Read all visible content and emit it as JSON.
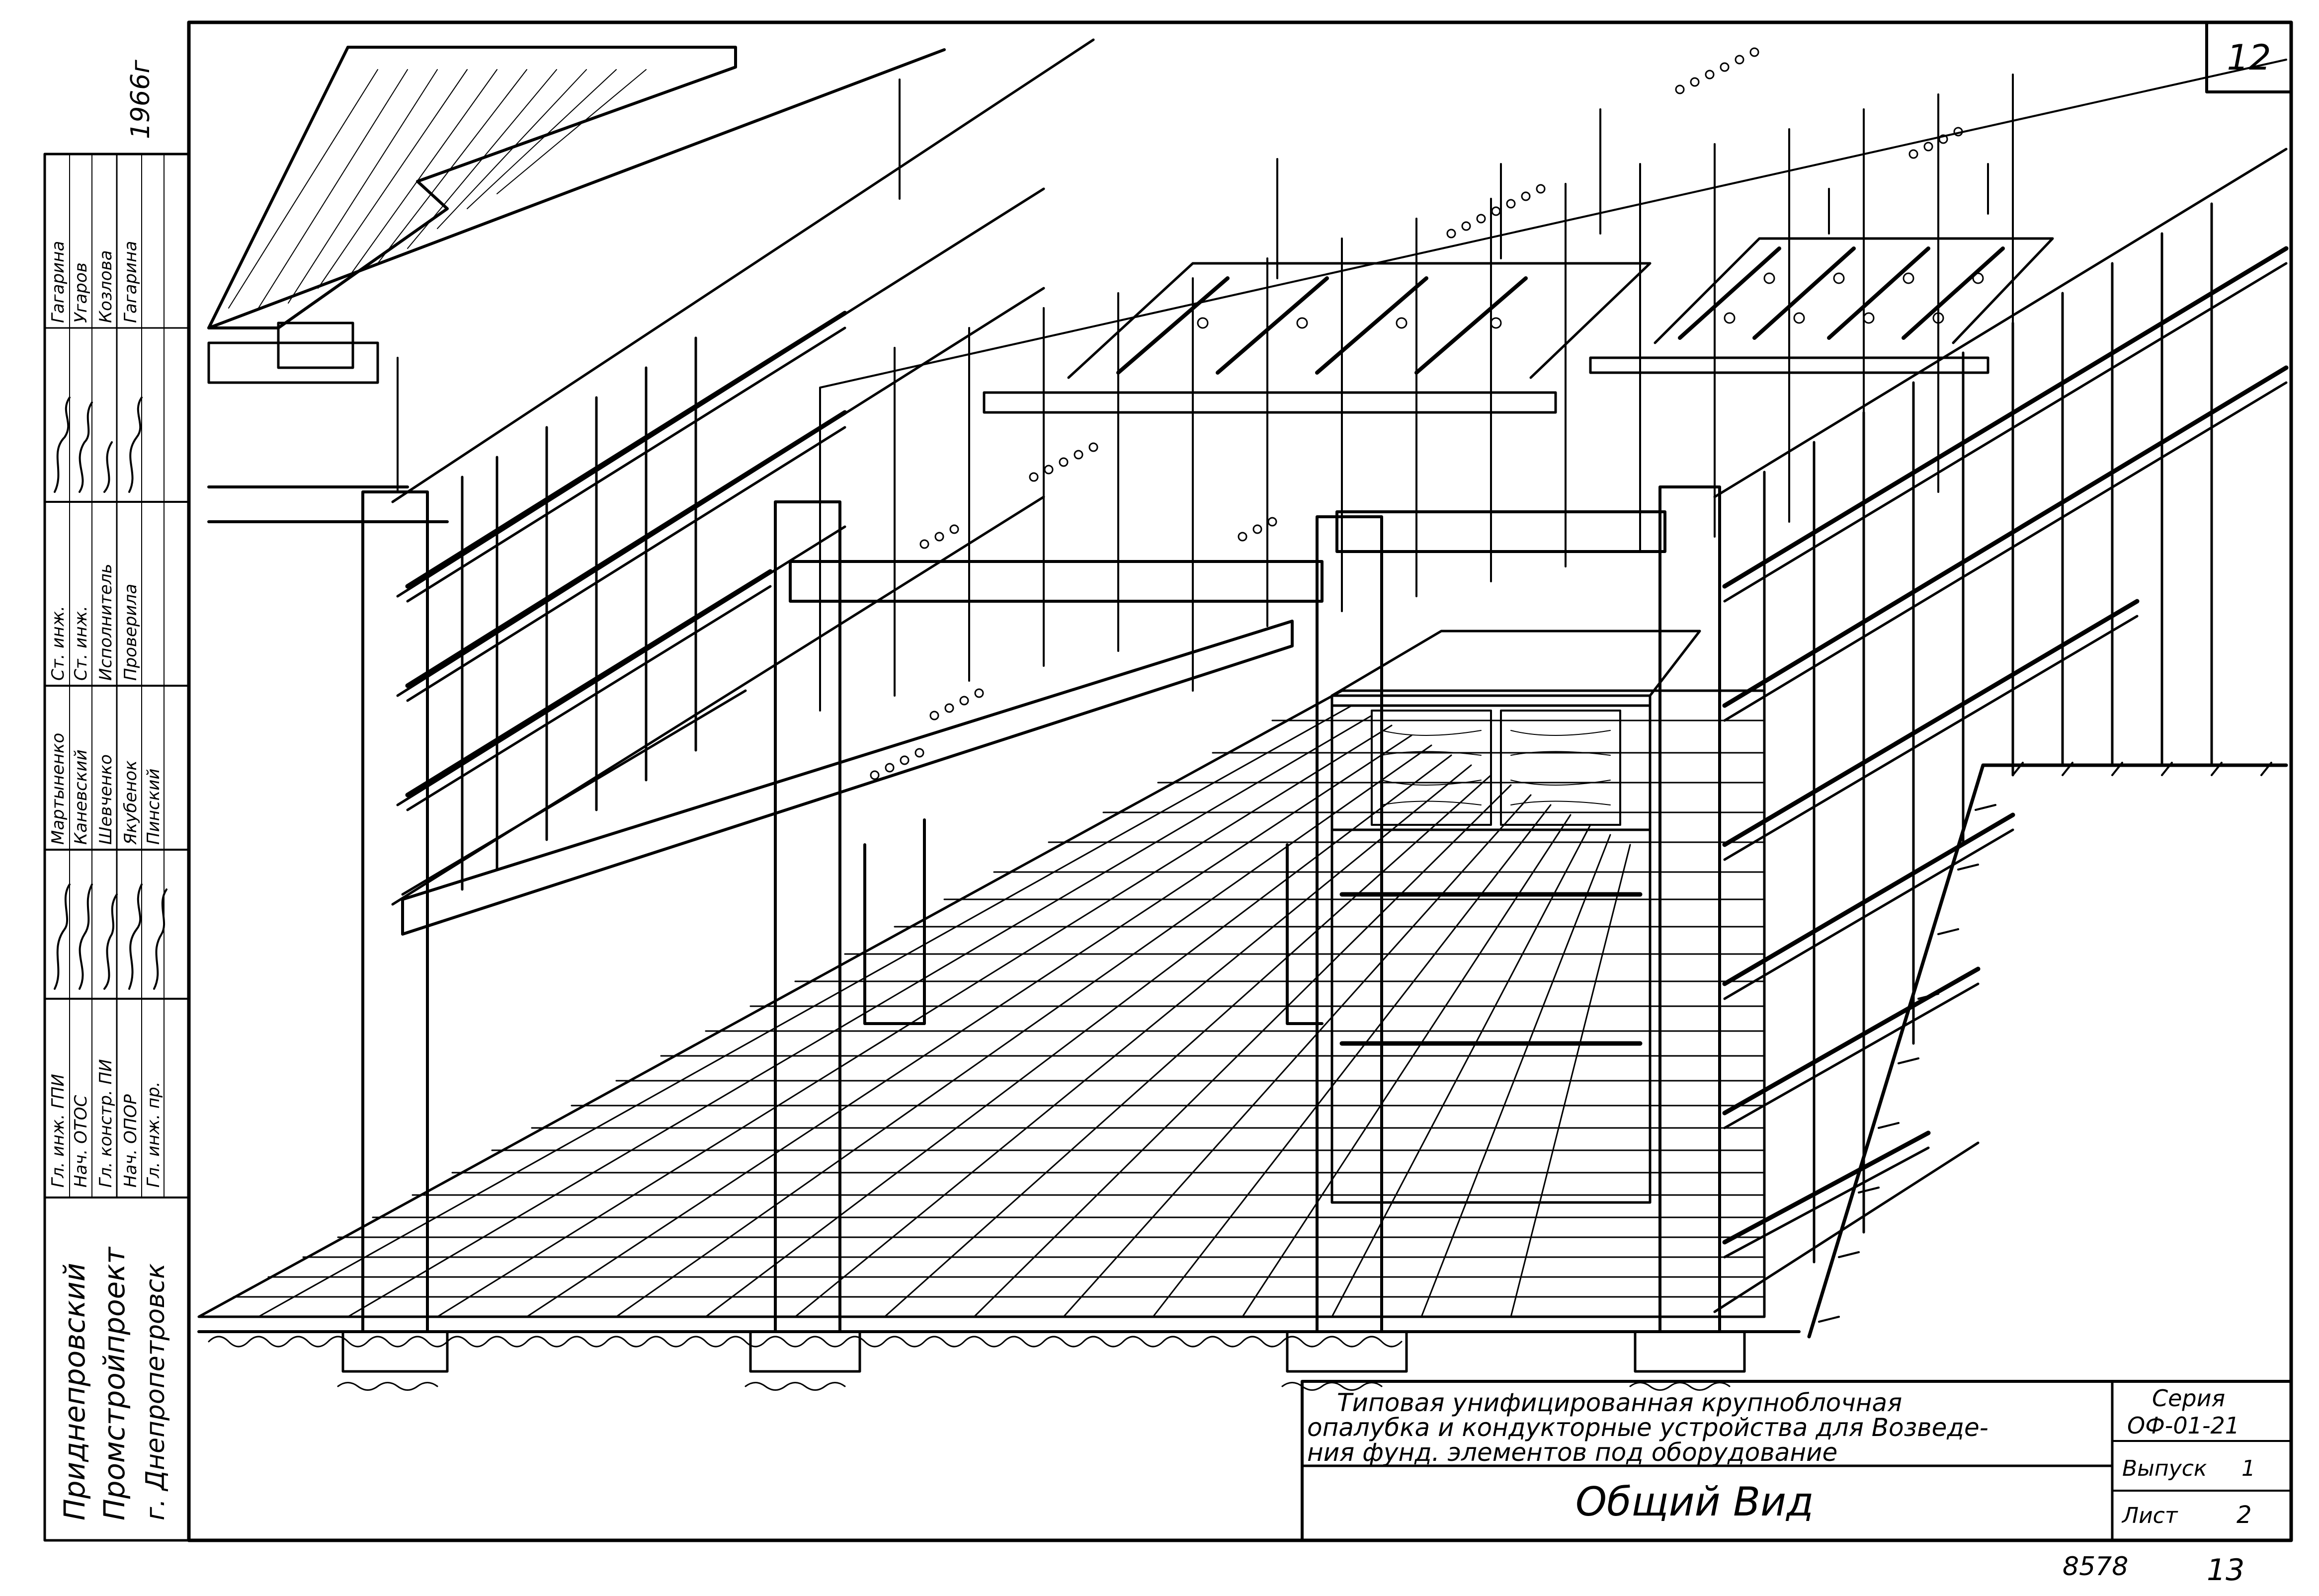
{
  "sheet": {
    "sheet_number": "12",
    "page_number": "13",
    "inventory_number": "8578",
    "year": "1966г"
  },
  "organization": {
    "line1": "Приднепровский",
    "line2": "Промстройпроект",
    "line3": "г. Днепропетровск"
  },
  "roles": [
    "Гл. инж. ГПИ",
    "Нач. ОТОС",
    "Гл. констр. ПИ",
    "Нач. ОПОР",
    "Гл. инж. пр.",
    "Ст. инж.",
    "Ст. инж.",
    "Исполнитель",
    "Проверила"
  ],
  "names": [
    "Мартыненко",
    "Каневский",
    "Шевченко",
    "Якубенок",
    "Пинский",
    "Гагарина",
    "Угаров",
    "Козлова",
    "Гагарина"
  ],
  "title_block": {
    "description_line1": "Типовая унифицированная крупноблочная",
    "description_line2": "опалубка и кондукторные устройства для Возведе-",
    "description_line3": "ния фунд. элементов под оборудование",
    "view_title": "Общий Вид",
    "series_label": "Серия",
    "series_value": "ОФ-01-21",
    "issue_label": "Выпуск",
    "issue_value": "1",
    "sheet_label": "Лист",
    "sheet_value": "2"
  },
  "colors": {
    "ink": "#000000",
    "paper": "#ffffff",
    "wood": "#7a7a7a"
  }
}
